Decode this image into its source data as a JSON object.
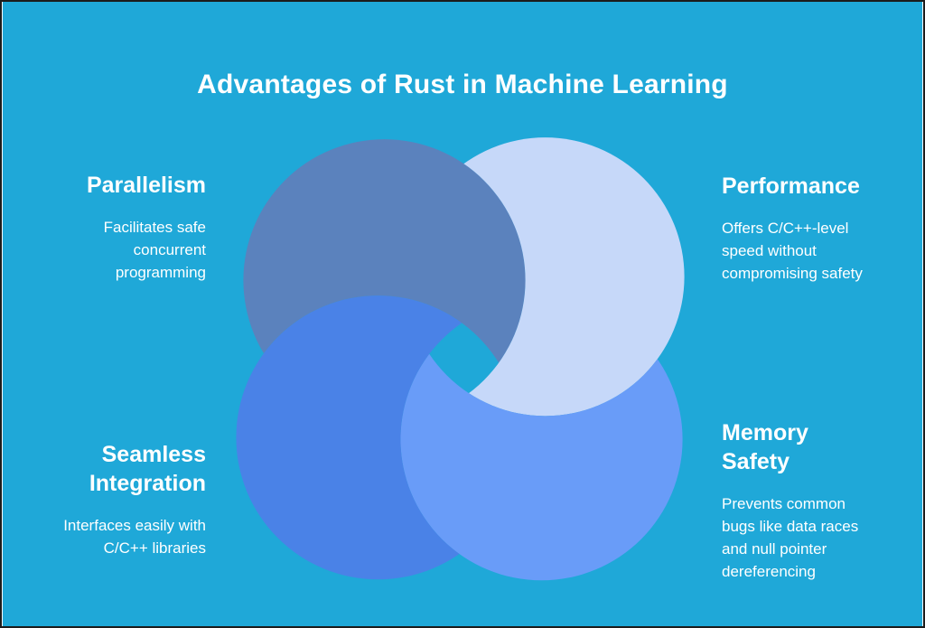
{
  "title": "Advantages of Rust in Machine Learning",
  "background_color": "#1FA8D8",
  "text_color": "#FFFFFF",
  "sections": [
    {
      "id": "parallelism",
      "heading": "Parallelism",
      "body": "Facilitates safe\nconcurrent\nprogramming",
      "circle_color": "#5B82BD",
      "position": "top-left"
    },
    {
      "id": "performance",
      "heading": "Performance",
      "body": "Offers C/C++-level\nspeed without\ncompromising safety",
      "circle_color": "#C6D8F9",
      "position": "top-right"
    },
    {
      "id": "seamless-integration",
      "heading": "Seamless\nIntegration",
      "body": "Interfaces easily with\nC/C++ libraries",
      "circle_color": "#4A82E7",
      "position": "bottom-left"
    },
    {
      "id": "memory-safety",
      "heading": "Memory\nSafety",
      "body": "Prevents common\nbugs like data races\nand null pointer\ndereferencing",
      "circle_color": "#699CF8",
      "position": "bottom-right"
    }
  ]
}
